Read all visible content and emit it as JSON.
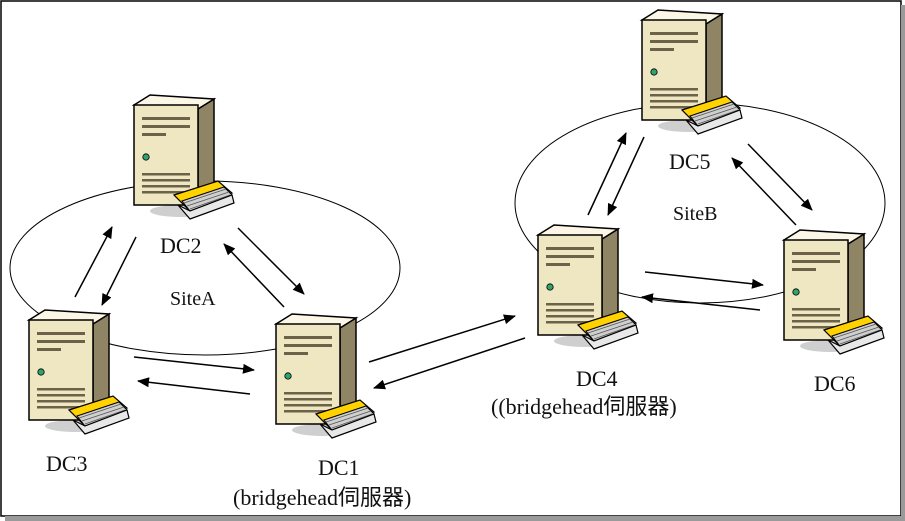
{
  "sites": [
    {
      "id": "site-a",
      "label": "SiteA"
    },
    {
      "id": "site-b",
      "label": "SiteB"
    }
  ],
  "servers": [
    {
      "id": "dc1",
      "label": "DC1",
      "sublabel": "(bridgehead伺服器)"
    },
    {
      "id": "dc2",
      "label": "DC2",
      "sublabel": ""
    },
    {
      "id": "dc3",
      "label": "DC3",
      "sublabel": ""
    },
    {
      "id": "dc4",
      "label": "DC4",
      "sublabel": "((bridgehead伺服器)"
    },
    {
      "id": "dc5",
      "label": "DC5",
      "sublabel": ""
    },
    {
      "id": "dc6",
      "label": "DC6",
      "sublabel": ""
    }
  ],
  "links": [
    {
      "from": "dc2",
      "to": "dc3"
    },
    {
      "from": "dc2",
      "to": "dc1"
    },
    {
      "from": "dc3",
      "to": "dc1"
    },
    {
      "from": "dc1",
      "to": "dc4"
    },
    {
      "from": "dc4",
      "to": "dc5"
    },
    {
      "from": "dc5",
      "to": "dc6"
    },
    {
      "from": "dc4",
      "to": "dc6"
    }
  ],
  "colors": {
    "tower_front": "#efe6c2",
    "tower_side": "#8f8565",
    "tower_top": "#fbf6e6",
    "drive_yellow": "#ffd200",
    "outline": "#000000"
  }
}
